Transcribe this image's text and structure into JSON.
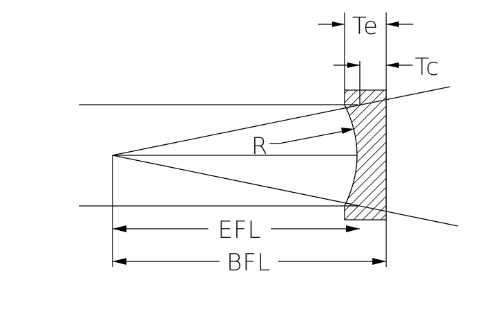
{
  "labels": {
    "edge_thickness": "Te",
    "center_thickness": "Tc",
    "radius": "R",
    "effective_focal_length": "EFL",
    "back_focal_length": "BFL"
  },
  "colors": {
    "stroke": "#000000",
    "background": "#ffffff"
  }
}
